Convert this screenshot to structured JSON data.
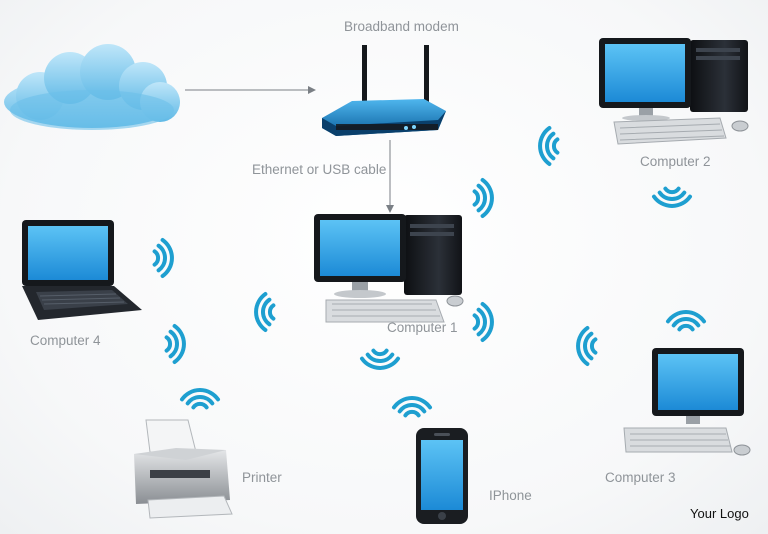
{
  "labels": {
    "modem": "Broadband modem",
    "cable": "Ethernet or USB cable",
    "computer1": "Computer 1",
    "computer2": "Computer 2",
    "computer3": "Computer 3",
    "computer4": "Computer 4",
    "printer": "Printer",
    "phone": "IPhone"
  },
  "logo": "Your Logo",
  "colors": {
    "cloud": "#8fd0ef",
    "signal": "#1e9fd0",
    "screen": "#3aa9e8",
    "device_dark": "#1c1f24",
    "label": "#8f9499"
  }
}
